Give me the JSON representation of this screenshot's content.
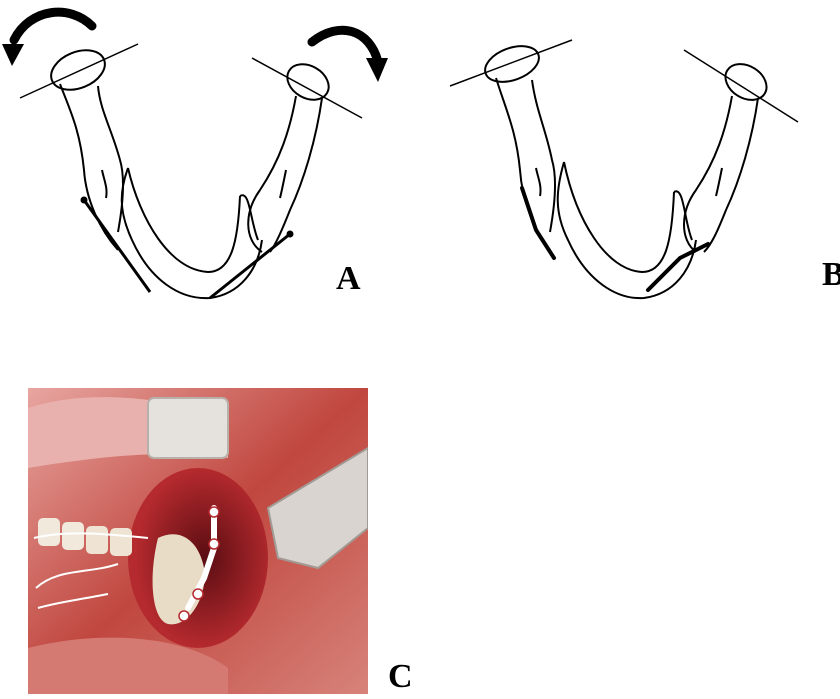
{
  "panels": {
    "a": {
      "label": "A"
    },
    "b": {
      "label": "B"
    },
    "c": {
      "label": "C"
    }
  },
  "colors": {
    "line": "#000000",
    "tissue": "#c2454a",
    "retractor": "#d9d4cf",
    "background": "#ffffff"
  },
  "icons": [
    "rotation-arrow-ccw-icon",
    "rotation-arrow-cw-icon"
  ]
}
